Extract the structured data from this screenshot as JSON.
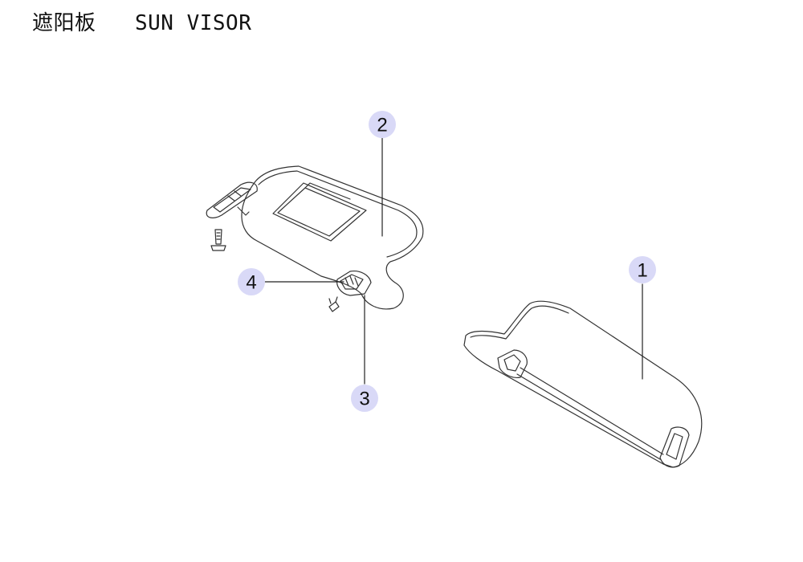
{
  "title": {
    "cn": "遮阳板",
    "en": "SUN VISOR"
  },
  "callout_color": "#d9d9f7",
  "callouts": [
    {
      "id": "1",
      "label": "1",
      "part": "sun-visor-right"
    },
    {
      "id": "2",
      "label": "2",
      "part": "sun-visor-left"
    },
    {
      "id": "3",
      "label": "3",
      "part": "visor-retainer-clip"
    },
    {
      "id": "4",
      "label": "4",
      "part": "clip-screw"
    }
  ]
}
